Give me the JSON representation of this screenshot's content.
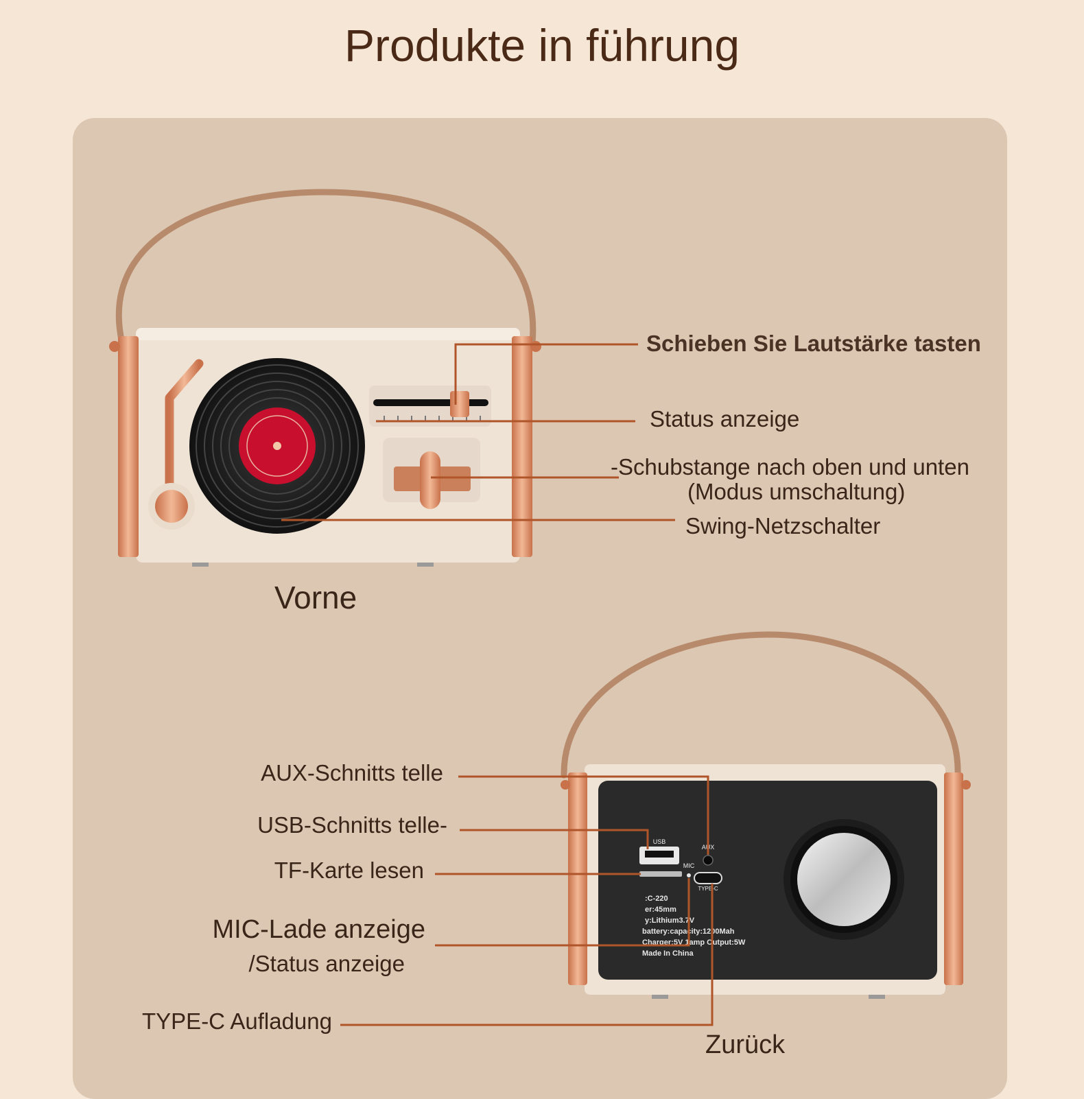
{
  "title": "Produkte in führung",
  "front": {
    "caption": "Vorne",
    "labels": {
      "volume": "Schieben Sie Lautstärke tasten",
      "status": "Status anzeige",
      "push_rod": "-Schubstange nach oben und unten",
      "push_rod_sub": "(Modus umschaltung)",
      "power": "Swing-Netzschalter"
    }
  },
  "back": {
    "caption": "Zurück",
    "labels": {
      "aux": "AUX-Schnitts telle",
      "usb": "USB-Schnitts telle-",
      "tf": "TF-Karte lesen",
      "mic": "MIC-Lade anzeige",
      "mic_sub": "/Status anzeige",
      "typec": "TYPE-C Aufladung"
    },
    "port_labels": {
      "usb": "USB",
      "aux": "AUX",
      "mic": "MIC",
      "typec": "TYPE-C"
    },
    "specs": [
      ":C-220",
      "er:45mm",
      "y:Lithium3.7V",
      "battery:capacity:1200Mah",
      "Charger:5V 1amp Output:5W",
      "Made In China"
    ]
  },
  "colors": {
    "background": "#f6e6d5",
    "panel": "#dcc7b3",
    "callout_line": "#b0552a",
    "copper": "#d98a62",
    "device_body": "#efe3d6",
    "back_panel": "#2a2a2a"
  },
  "icons": {
    "record": "vinyl-record-icon",
    "tonearm": "tonearm-icon",
    "speaker": "speaker-icon"
  }
}
